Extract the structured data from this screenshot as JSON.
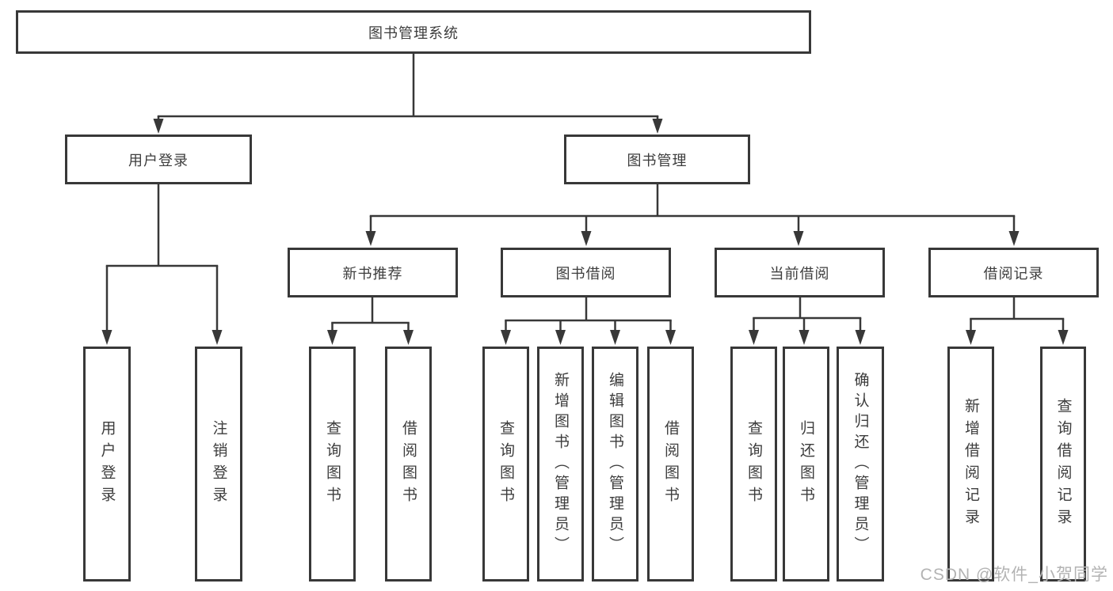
{
  "diagram": {
    "root": {
      "label": "图书管理系统"
    },
    "branches": [
      {
        "label": "用户登录",
        "children": [
          {
            "label": "用户登录"
          },
          {
            "label": "注销登录"
          }
        ]
      },
      {
        "label": "图书管理",
        "children": [
          {
            "label": "新书推荐",
            "children": [
              {
                "label": "查询图书"
              },
              {
                "label": "借阅图书"
              }
            ]
          },
          {
            "label": "图书借阅",
            "children": [
              {
                "label": "查询图书"
              },
              {
                "label": "新增图书（管理员）"
              },
              {
                "label": "编辑图书（管理员）"
              },
              {
                "label": "借阅图书"
              }
            ]
          },
          {
            "label": "当前借阅",
            "children": [
              {
                "label": "查询图书"
              },
              {
                "label": "归还图书"
              },
              {
                "label": "确认归还（管理员）"
              }
            ]
          },
          {
            "label": "借阅记录",
            "children": [
              {
                "label": "新增借阅记录"
              },
              {
                "label": "查询借阅记录"
              }
            ]
          }
        ]
      }
    ]
  },
  "watermark": {
    "text": "CSDN @软件_小贺同学"
  },
  "colors": {
    "line": "#383838",
    "text": "#3d3d3d",
    "watermark": "#b3b3b3",
    "background": "#ffffff"
  }
}
